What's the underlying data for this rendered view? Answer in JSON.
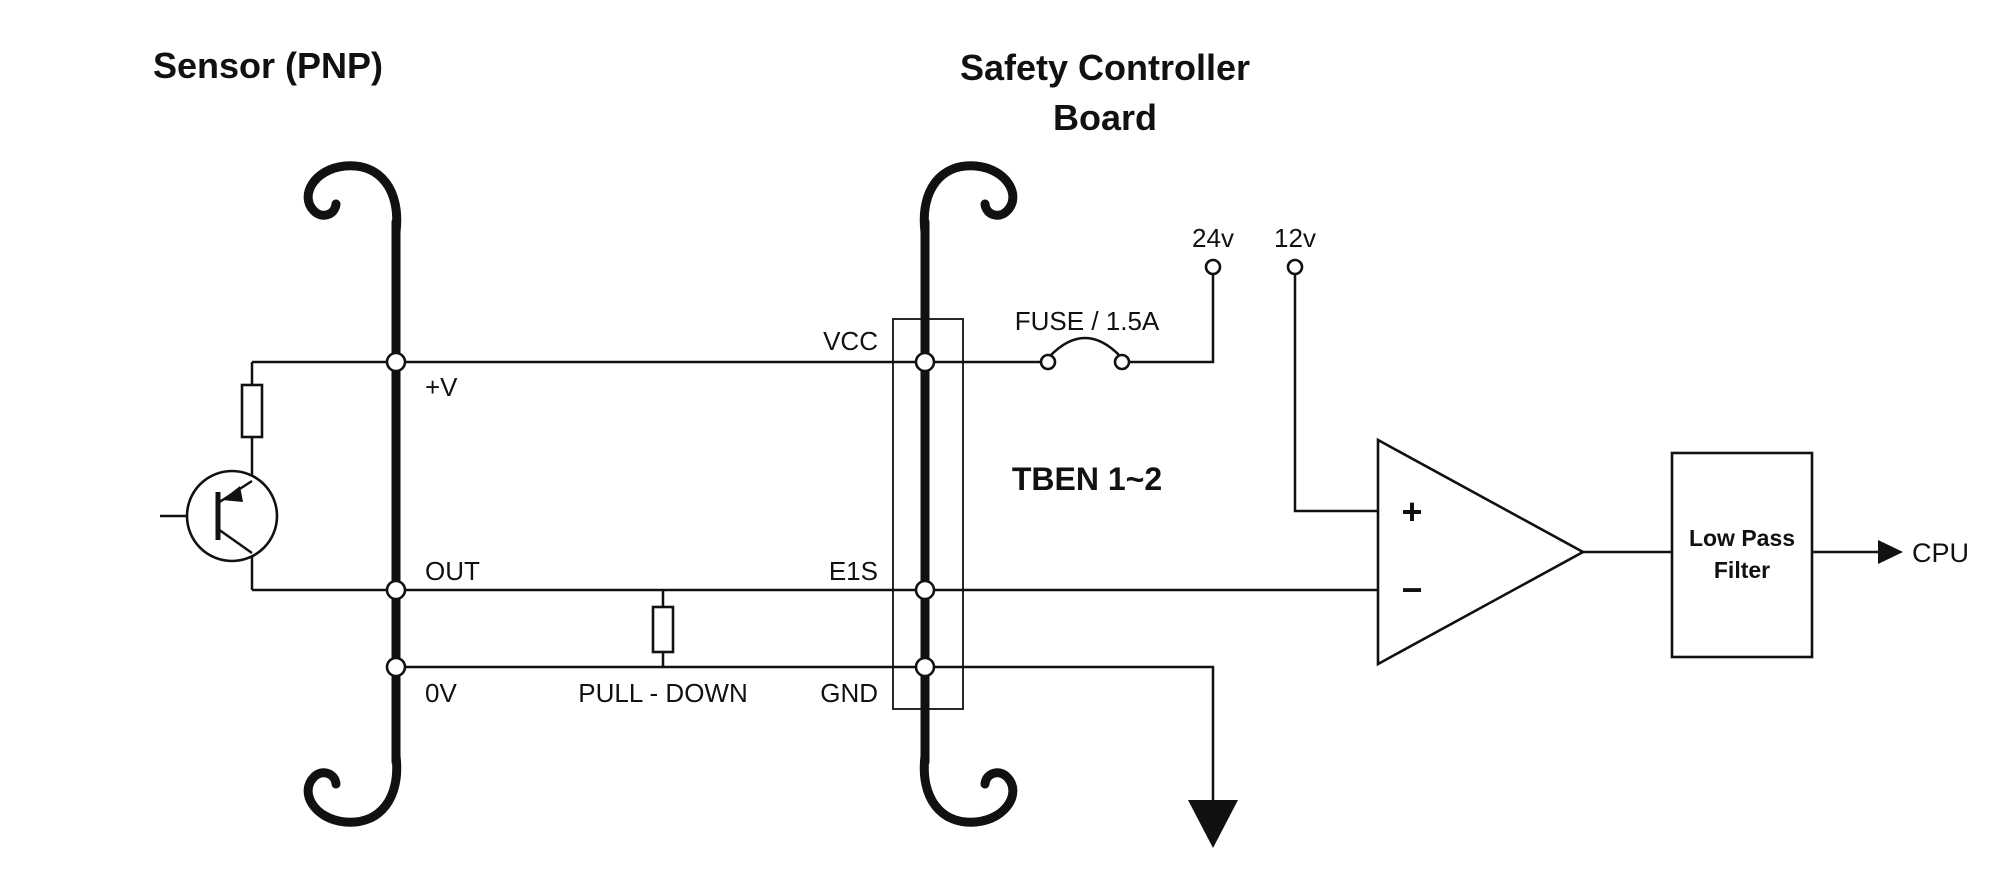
{
  "titles": {
    "sensor": "Sensor (PNP)",
    "controller_line1": "Safety Controller",
    "controller_line2": "Board"
  },
  "sensor": {
    "plus_v": "+V",
    "out": "OUT",
    "zero_v": "0V"
  },
  "board": {
    "vcc": "VCC",
    "e1s": "E1S",
    "gnd": "GND",
    "tben": "TBEN 1~2"
  },
  "components": {
    "pull_down": "PULL - DOWN",
    "fuse": "FUSE / 1.5A",
    "supply_24v": "24v",
    "supply_12v": "12v",
    "opamp_plus": "+",
    "opamp_minus": "−",
    "lpf_line1": "Low Pass",
    "lpf_line2": "Filter",
    "cpu": "CPU"
  },
  "colors": {
    "line": "#111111",
    "background": "#ffffff"
  }
}
